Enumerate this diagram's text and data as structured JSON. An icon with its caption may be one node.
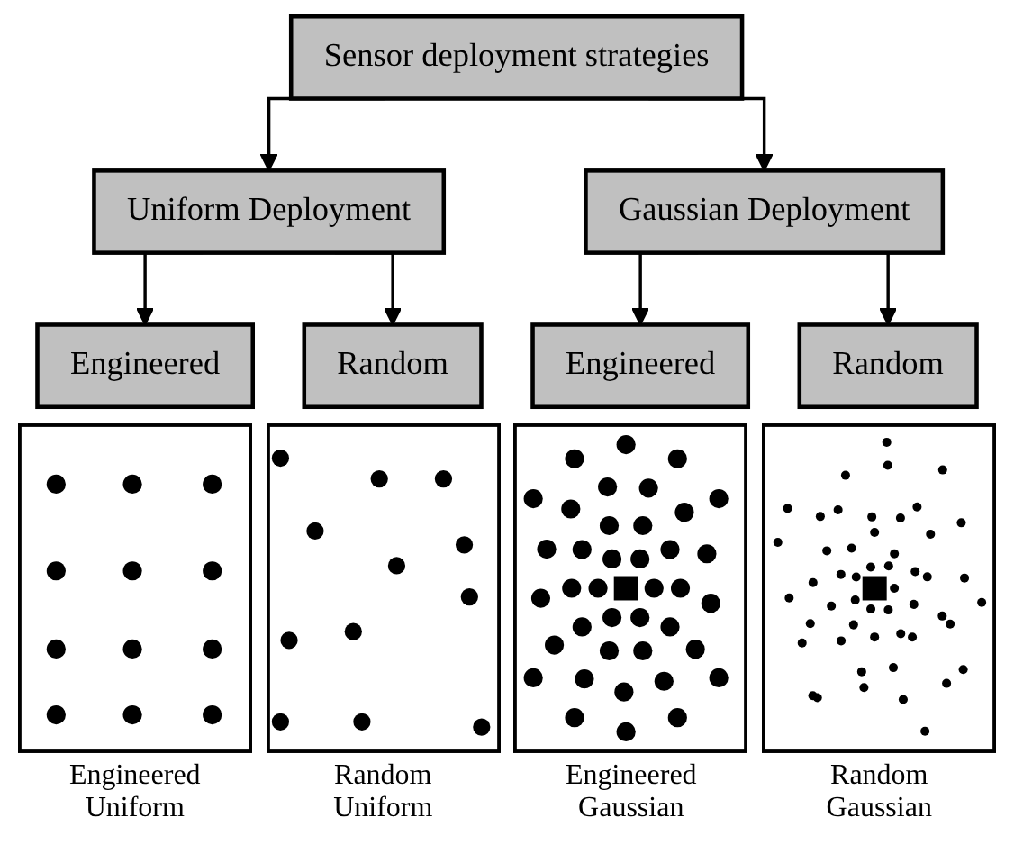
{
  "diagram": {
    "nodes": [
      {
        "text": [
          "Sensor deployment strategies"
        ]
      },
      {
        "text": [
          "Uniform Deployment"
        ]
      },
      {
        "text": [
          "Gaussian Deployment"
        ]
      },
      {
        "text": [
          "Engineered"
        ]
      },
      {
        "text": [
          "Random"
        ]
      },
      {
        "text": [
          "Engineered"
        ]
      },
      {
        "text": [
          "Random"
        ]
      }
    ],
    "edges": [
      {
        "from": 0,
        "to": 1,
        "arrow": "to"
      },
      {
        "from": 0,
        "to": 2,
        "arrow": "to"
      },
      {
        "from": 1,
        "to": 3,
        "arrow": "to"
      },
      {
        "from": 1,
        "to": 4,
        "arrow": "to"
      },
      {
        "from": 2,
        "to": 5,
        "arrow": "to"
      },
      {
        "from": 2,
        "to": 6,
        "arrow": "to"
      }
    ],
    "labels": [
      "Engineered Uniform",
      "Random Uniform",
      "Engineered Gaussian",
      "Random Gaussian"
    ]
  }
}
